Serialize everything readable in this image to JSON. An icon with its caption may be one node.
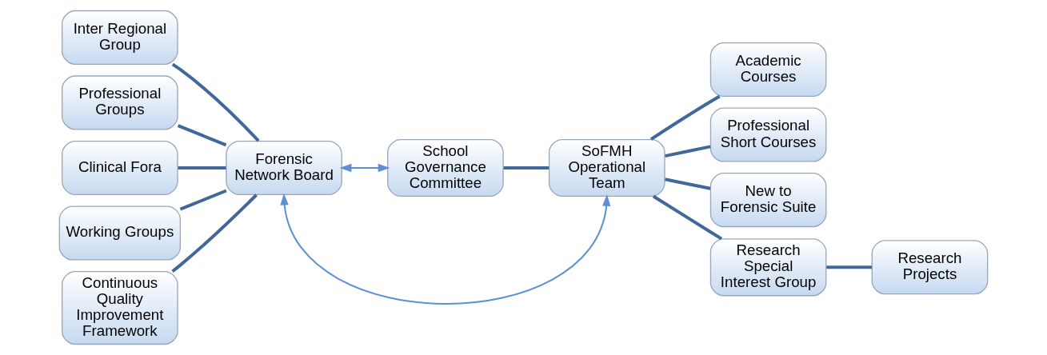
{
  "diagram": {
    "nodes": [
      {
        "text": [
          "Inter Regional Group"
        ]
      },
      {
        "text": [
          "Professional Groups"
        ]
      },
      {
        "text": [
          "Clinical Fora"
        ]
      },
      {
        "text": [
          "Working Groups"
        ]
      },
      {
        "text": [
          "Continuous Quality Improvement Framework"
        ]
      },
      {
        "text": [
          "Forensic Network Board"
        ]
      },
      {
        "text": [
          "School Governance Committee"
        ]
      },
      {
        "text": [
          "SoFMH Operational Team"
        ]
      },
      {
        "text": [
          "Academic Courses"
        ]
      },
      {
        "text": [
          "Professional Short Courses"
        ]
      },
      {
        "text": [
          "New to Forensic Suite"
        ]
      },
      {
        "text": [
          "Research Special Interest Group"
        ]
      },
      {
        "text": [
          "Research Projects"
        ]
      }
    ],
    "edges": [
      {
        "from": 0,
        "to": 5,
        "arrow": "none"
      },
      {
        "from": 1,
        "to": 5,
        "arrow": "none"
      },
      {
        "from": 2,
        "to": 5,
        "arrow": "none"
      },
      {
        "from": 3,
        "to": 5,
        "arrow": "none"
      },
      {
        "from": 4,
        "to": 5,
        "arrow": "none"
      },
      {
        "from": 5,
        "to": 6,
        "arrow": "both",
        "color": "#5b8fd6"
      },
      {
        "from": 6,
        "to": 7,
        "arrow": "none"
      },
      {
        "from": 7,
        "to": 8,
        "arrow": "none"
      },
      {
        "from": 7,
        "to": 9,
        "arrow": "none"
      },
      {
        "from": 7,
        "to": 10,
        "arrow": "none"
      },
      {
        "from": 7,
        "to": 11,
        "arrow": "none"
      },
      {
        "from": 11,
        "to": 12,
        "arrow": "none"
      },
      {
        "from": 5,
        "to": 7,
        "arrow": "both",
        "color": "#5b8fd6"
      }
    ]
  }
}
